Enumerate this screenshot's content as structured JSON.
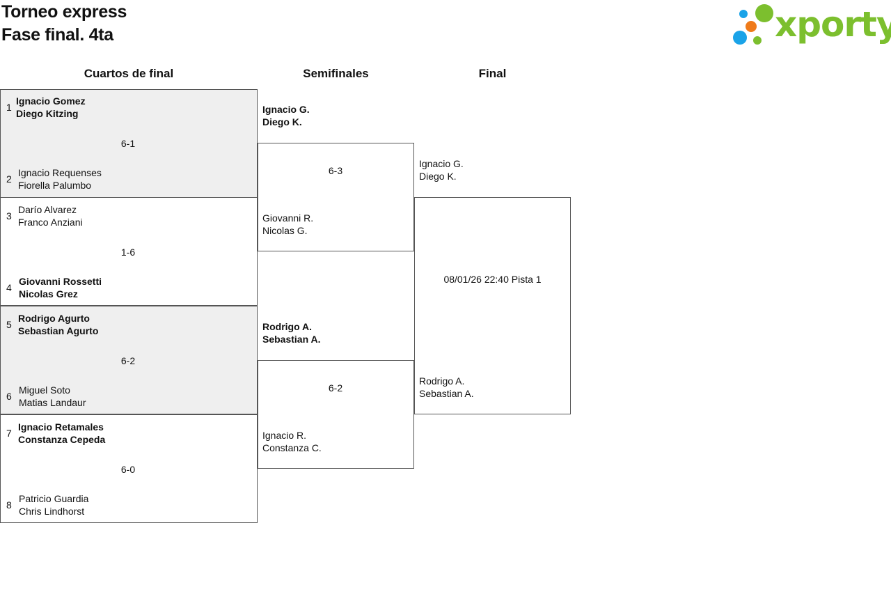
{
  "header": {
    "title_line1": "Torneo express",
    "title_line2": "Fase final. 4ta"
  },
  "brand": {
    "name": "xporty",
    "colors": {
      "blue": "#1aa3e8",
      "green": "#7cbf2e",
      "orange": "#ef7b1a"
    }
  },
  "rounds": {
    "quarterfinals": "Cuartos de final",
    "semifinals": "Semifinales",
    "final": "Final"
  },
  "quarterfinals": [
    {
      "score": "6-1",
      "top": {
        "seed": "1",
        "player1": "Ignacio Gomez",
        "player2": "Diego Kitzing",
        "winner": true
      },
      "bottom": {
        "seed": "2",
        "player1": "Ignacio Requenses",
        "player2": "Fiorella Palumbo",
        "winner": false
      }
    },
    {
      "score": "1-6",
      "top": {
        "seed": "3",
        "player1": "Darío Alvarez",
        "player2": "Franco Anziani",
        "winner": false
      },
      "bottom": {
        "seed": "4",
        "player1": "Giovanni Rossetti",
        "player2": "Nicolas Grez",
        "winner": true
      }
    },
    {
      "score": "6-2",
      "top": {
        "seed": "5",
        "player1": "Rodrigo Agurto",
        "player2": "Sebastian Agurto",
        "winner": true
      },
      "bottom": {
        "seed": "6",
        "player1": "Miguel Soto",
        "player2": "Matias Landaur",
        "winner": false
      }
    },
    {
      "score": "6-0",
      "top": {
        "seed": "7",
        "player1": "Ignacio Retamales",
        "player2": "Constanza Cepeda",
        "winner": true
      },
      "bottom": {
        "seed": "8",
        "player1": "Patricio Guardia",
        "player2": "Chris Lindhorst",
        "winner": false
      }
    }
  ],
  "semifinals": [
    {
      "score": "6-3",
      "top": {
        "player1": "Ignacio G.",
        "player2": "Diego K.",
        "winner": true
      },
      "bottom": {
        "player1": "Giovanni R.",
        "player2": "Nicolas G.",
        "winner": false
      }
    },
    {
      "score": "6-2",
      "top": {
        "player1": "Rodrigo A.",
        "player2": "Sebastian A.",
        "winner": true
      },
      "bottom": {
        "player1": "Ignacio R.",
        "player2": "Constanza C.",
        "winner": false
      }
    }
  ],
  "final": {
    "top": {
      "player1": "Ignacio G.",
      "player2": "Diego K."
    },
    "bottom": {
      "player1": "Rodrigo A.",
      "player2": "Sebastian A."
    },
    "schedule": "08/01/26 22:40 Pista 1"
  }
}
